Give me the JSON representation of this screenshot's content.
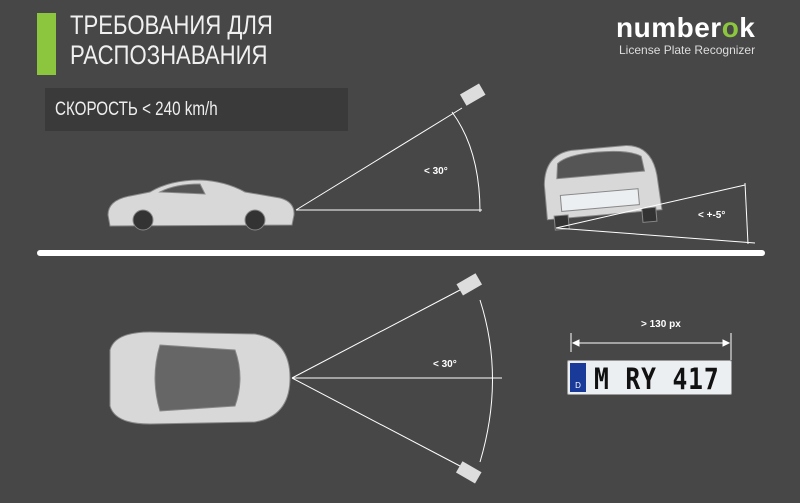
{
  "header": {
    "title_line1": "ТРЕБОВАНИЯ ДЛЯ",
    "title_line2": "РАСПОЗНАВАНИЯ",
    "accent": "#8cc63f"
  },
  "speed": {
    "label": "СКОРОСТЬ  < 240 km/h"
  },
  "logo": {
    "text_a": "number",
    "text_o": "o",
    "text_b": "k",
    "subtitle": "License Plate Recognizer"
  },
  "diagram": {
    "side_angle": "< 30°",
    "tilt_angle": "< +-5°",
    "top_angle": "< 30°",
    "plate_width": "> 130 px",
    "plate": {
      "country": "D",
      "number": "M  RY 417"
    }
  }
}
